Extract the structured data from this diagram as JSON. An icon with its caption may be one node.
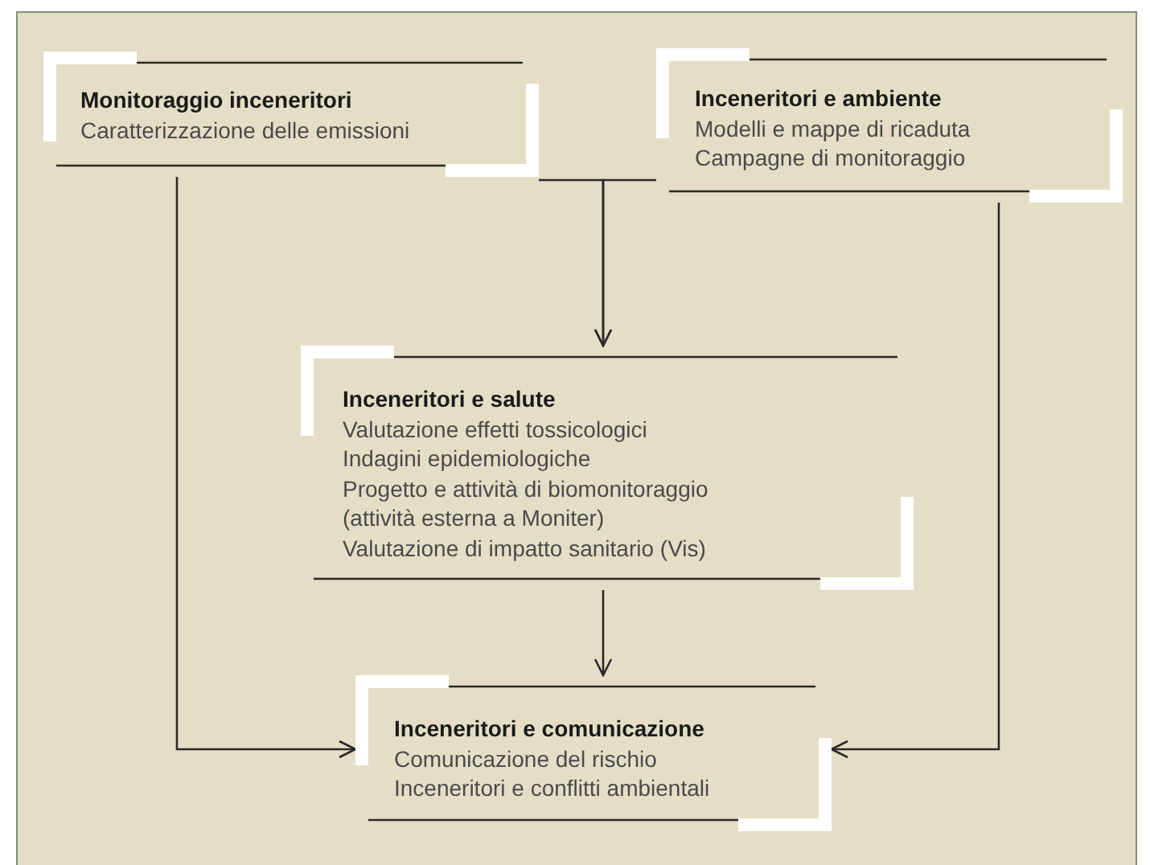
{
  "diagram": {
    "nodes": [
      {
        "text": [
          "Monitoraggio inceneritori",
          "Caratterizzazione delle emissioni"
        ]
      },
      {
        "text": [
          "Inceneritori e ambiente",
          "Modelli e mappe di ricaduta",
          "Campagne di monitoraggio"
        ]
      },
      {
        "text": [
          "Inceneritori e salute",
          "Valutazione effetti tossicologici",
          "Indagini epidemiologiche",
          "Progetto e attività di biomonitoraggio (attività esterna a Moniter)",
          "Valutazione di impatto sanitario (Vis)"
        ]
      },
      {
        "text": [
          "Inceneritori e comunicazione",
          "Comunicazione del rischio",
          "Inceneritori e conflitti ambientali"
        ]
      }
    ],
    "edges": [
      {
        "from": 0,
        "to": 2,
        "arrow": "to"
      },
      {
        "from": 1,
        "to": 2,
        "arrow": "to"
      },
      {
        "from": 2,
        "to": 3,
        "arrow": "to"
      },
      {
        "from": 0,
        "to": 3,
        "arrow": "to"
      },
      {
        "from": 1,
        "to": 3,
        "arrow": "to"
      }
    ]
  }
}
